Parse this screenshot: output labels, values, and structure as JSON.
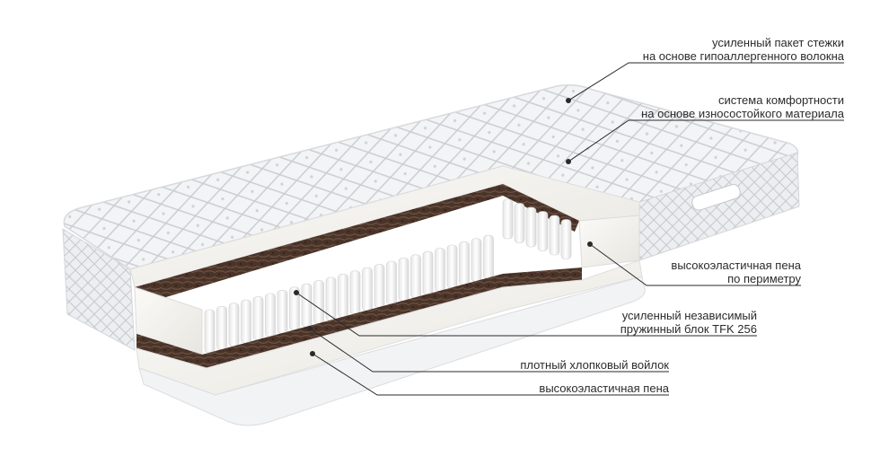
{
  "diagram": {
    "labels": [
      {
        "id": "quilt-package",
        "lines": [
          "усиленный пакет стежки",
          "на основе гипоаллергенного волокна"
        ]
      },
      {
        "id": "comfort-system",
        "lines": [
          "система комфортности",
          "на основе износостойкого материала"
        ]
      },
      {
        "id": "perimeter-foam",
        "lines": [
          "высокоэластичная пена",
          "по периметру"
        ]
      },
      {
        "id": "spring-block",
        "lines": [
          "усиленный независимый",
          "пружинный блок TFK 256"
        ]
      },
      {
        "id": "cotton-felt",
        "lines": [
          "плотный хлопковый войлок"
        ]
      },
      {
        "id": "elastic-foam",
        "lines": [
          "высокоэластичная пена"
        ]
      }
    ]
  },
  "colors": {
    "cover": "#f1f2f4",
    "quilt_line": "#c9ccd1",
    "foam": "#f7f6f2",
    "coir": "#4a3328",
    "spring": "#fafafa",
    "leader": "#2a2a2a"
  }
}
